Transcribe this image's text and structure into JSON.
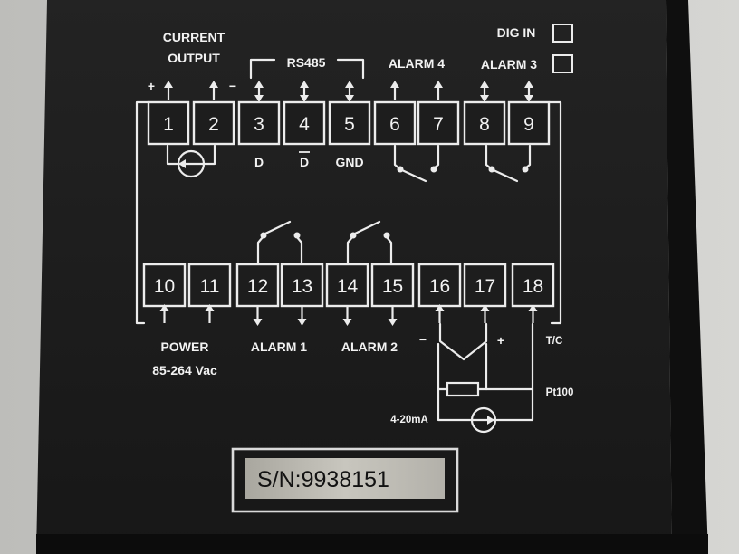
{
  "labels": {
    "current_output": [
      "CURRENT",
      "OUTPUT"
    ],
    "rs485": "RS485",
    "alarm4": "ALARM 4",
    "alarm3": "ALARM 3",
    "dig_in": "DIG IN",
    "d": "D",
    "d_bar": "D",
    "gnd": "GND",
    "power": "POWER",
    "power_spec": "85-264 Vac",
    "alarm1": "ALARM 1",
    "alarm2": "ALARM 2",
    "tc": "T/C",
    "pt100": "Pt100",
    "ma": "4-20mA",
    "plus": "+",
    "minus": "−"
  },
  "terminals_top": [
    "1",
    "2",
    "3",
    "4",
    "5",
    "6",
    "7",
    "8",
    "9"
  ],
  "terminals_bottom": [
    "10",
    "11",
    "12",
    "13",
    "14",
    "15",
    "16",
    "17",
    "18"
  ],
  "serial": "S/N:9938151"
}
